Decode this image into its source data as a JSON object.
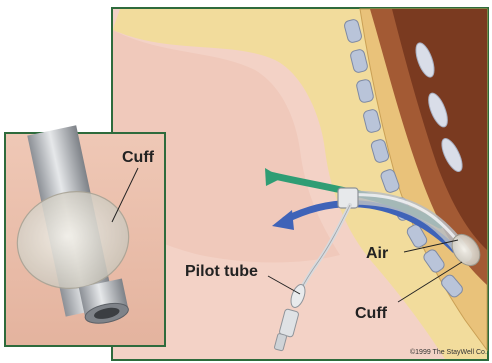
{
  "labels": {
    "cuff_inset": "Cuff",
    "pilot_tube": "Pilot tube",
    "air": "Air",
    "cuff_main": "Cuff"
  },
  "credit": "©1999 The StayWell Co.",
  "colors": {
    "frame_border": "#2e6b3c",
    "tissue_pink": "#f3d2c6",
    "throat_yellow": "#f2dc9c",
    "trachea_brown": "#a35a34",
    "tube_gray": "#c9ccd0",
    "arrow_green": "#2f9d74",
    "arrow_blue": "#3f63b8"
  }
}
